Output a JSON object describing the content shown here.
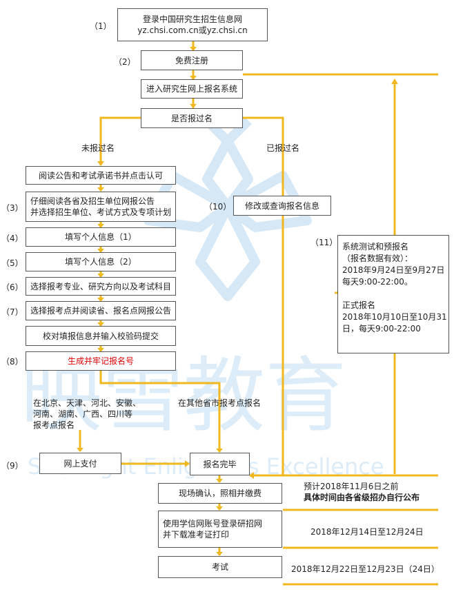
{
  "watermark": {
    "cn": "映雪教育",
    "en": "Snowlight Enlightens Excellence"
  },
  "colors": {
    "line": "#f0b81e",
    "border": "#555555",
    "highlight": "#e00000"
  },
  "steps": {
    "s1": {
      "num": "（1）",
      "lines": [
        "登录中国研究生招生信息网",
        "yz.chsi.com.cn或yz.chsi.cn"
      ]
    },
    "s2": {
      "num": "（2）",
      "text": "免费注册"
    },
    "enter": {
      "text": "进入研究生网上报名系统"
    },
    "decide": {
      "text": "是否报过名"
    },
    "branch_no": "未报过名",
    "branch_yes": "已报过名",
    "read_notice": {
      "text": "阅读公告和考试承诺书并点击认可"
    },
    "s3": {
      "num": "（3）",
      "lines": [
        "仔细阅读各省及招生单位网报公告",
        "并选择招生单位、考试方式及专项计划"
      ]
    },
    "s4": {
      "num": "（4）",
      "text": "填写个人信息（1）"
    },
    "s5": {
      "num": "（5）",
      "text": "填写个人信息（2）"
    },
    "s6": {
      "num": "（6）",
      "text": "选择报考专业、研究方向以及考试科目"
    },
    "s7": {
      "num": "（7）",
      "text": "选择报考点并阅读省、报名点网报公告"
    },
    "verify": {
      "text": "校对填报信息并输入校验码提交"
    },
    "s8": {
      "num": "（8）",
      "text": "生成并牢记报名号"
    },
    "s9": {
      "num": "（9）",
      "text": "网上支付"
    },
    "s10": {
      "num": "（10）",
      "text": "修改或查询报名信息"
    },
    "s11": {
      "num": "（11）",
      "lines": [
        "系统测试和预报名",
        "（报名数据有效）：",
        "2018年9月24日至9月27日",
        "每天9:00-22:00。",
        "",
        "正式报名",
        "2018年10月10日至10月31",
        "日，每天9:00-22:00"
      ]
    },
    "region_a": [
      "在北京、天津、河北、安徽、",
      "河南、湖南、广西、四川等",
      "报考点报名"
    ],
    "region_b": "在其他省市报考点报名",
    "done": {
      "text": "报名完毕"
    },
    "confirm": {
      "text": "现场确认，照相并缴费"
    },
    "confirm_note": [
      "预计2018年11月6日之前",
      "具体时间由各省级招办自行公布"
    ],
    "ticket": {
      "lines": [
        "使用学信网账号登录研招网",
        "并下载准考证打印"
      ]
    },
    "ticket_note": "2018年12月14日至12月24日",
    "exam": {
      "text": "考试"
    },
    "exam_note": "2018年12月22日至12月23日（24日）"
  }
}
